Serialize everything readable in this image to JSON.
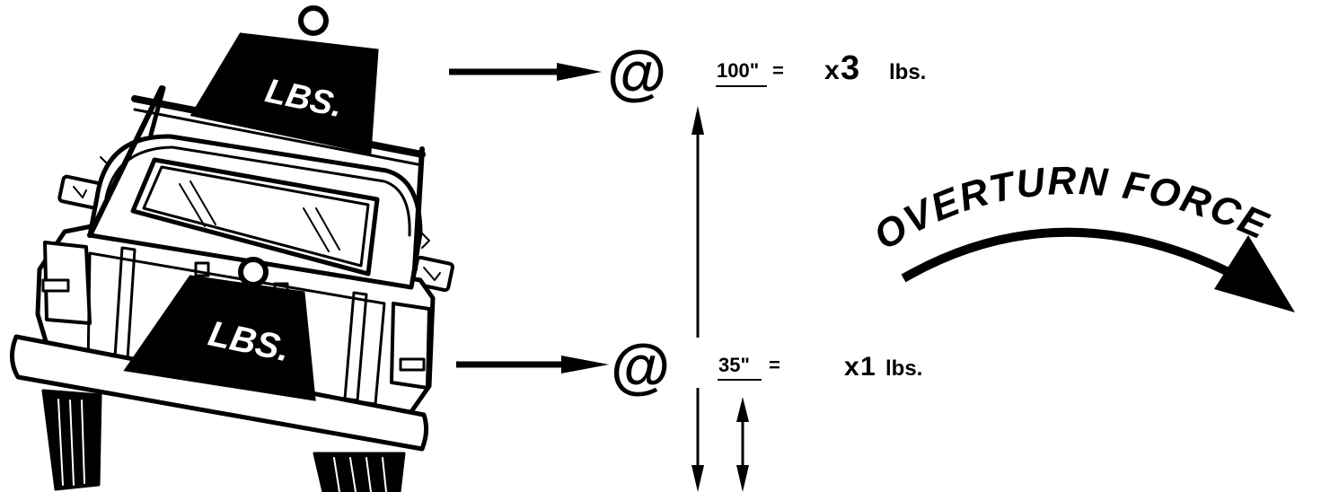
{
  "diagram": {
    "upper_weight_label": "LBS.",
    "lower_weight_label": "LBS.",
    "upper_at": "@",
    "lower_at": "@",
    "upper_height": "100\"",
    "upper_equals": "=",
    "upper_multiplier_prefix": "x",
    "upper_multiplier_value": "3",
    "upper_unit": "lbs.",
    "lower_height": "35\"",
    "lower_equals": "=",
    "lower_multiplier_prefix": "x",
    "lower_multiplier_value": "1",
    "lower_unit": "lbs.",
    "curve_text": "OVERTURN  FORCE"
  },
  "colors": {
    "ink": "#000000",
    "paper": "#ffffff"
  }
}
